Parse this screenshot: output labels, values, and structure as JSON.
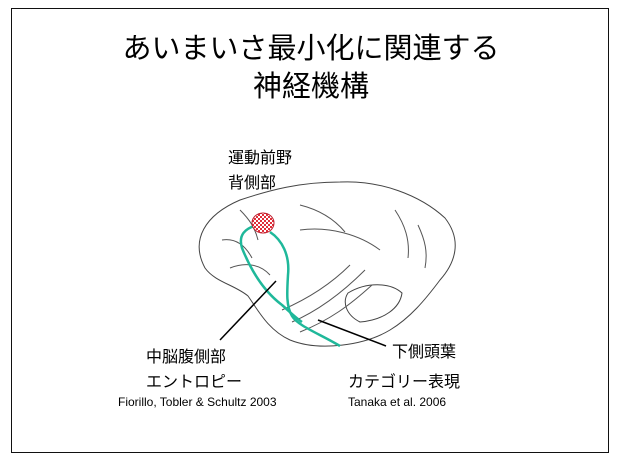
{
  "slide": {
    "title_line1": "あいまいさ最小化に関連する",
    "title_line2": "神経機構",
    "labels": {
      "premotor_line1": "運動前野",
      "premotor_line2": "背側部",
      "midbrain_line1": "中脳腹側部",
      "midbrain_line2": "エントロピー",
      "midbrain_citation": "Fiorillo, Tobler & Schultz 2003",
      "temporal_line1": "下側頭葉",
      "temporal_line2": "カテゴリー表現",
      "temporal_citation": "Tanaka et al. 2006"
    },
    "colors": {
      "pathway": "#1fb89a",
      "spot": "#e0303a",
      "outline": "#444444"
    }
  }
}
